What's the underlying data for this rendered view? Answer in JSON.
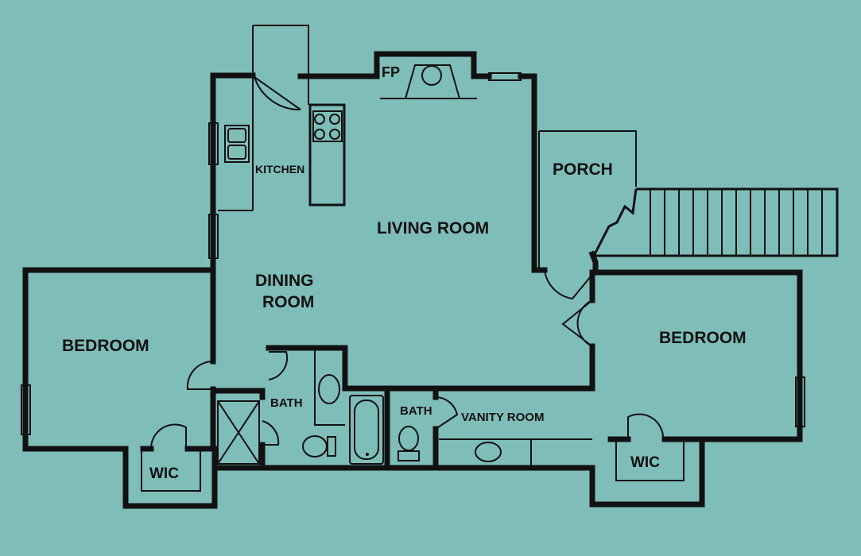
{
  "rooms": {
    "fp": "FP",
    "kitchen": "KITCHEN",
    "porch": "PORCH",
    "living_room": "LIVING ROOM",
    "dining_room_line1": "DINING",
    "dining_room_line2": "ROOM",
    "bedroom_left": "BEDROOM",
    "bedroom_right": "BEDROOM",
    "bath_left": "BATH",
    "bath_right": "BATH",
    "vanity_room": "VANITY ROOM",
    "wic_left": "WIC",
    "wic_right": "WIC"
  },
  "colors": {
    "background": "#7fbdb9",
    "walls": "#111111"
  }
}
